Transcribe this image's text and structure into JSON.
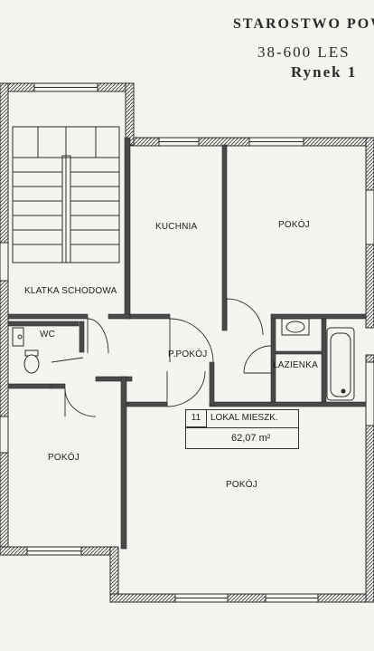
{
  "stamp": {
    "line1": "STAROSTWO POW",
    "line2": "38-600 LES",
    "line3": "Rynek 1"
  },
  "rooms": {
    "stairwell": "KLATKA SCHODOWA",
    "kitchen": "KUCHNIA",
    "room_top_right": "POKÓJ",
    "wc": "WC",
    "hallway": "P.POKÓJ",
    "bathroom": "ŁAZIENKA",
    "room_left": "POKÓJ",
    "room_main": "POKÓJ"
  },
  "unit": {
    "number": "11",
    "title": "LOKAL MIESZK.",
    "area": "62,07",
    "area_unit": "m²"
  },
  "colors": {
    "wall": "#2b2b2b",
    "hatch": "#3a3a3a",
    "paper": "#f4f4f1"
  }
}
